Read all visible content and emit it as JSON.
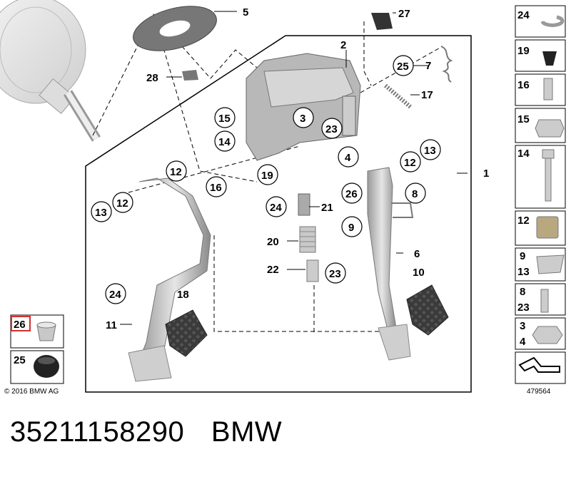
{
  "diagram": {
    "callouts": {
      "c1": "1",
      "c2": "2",
      "c3": "3",
      "c4": "4",
      "c5": "5",
      "c6": "6",
      "c7": "7",
      "c8": "8",
      "c9": "9",
      "c10": "10",
      "c11": "11",
      "c12a": "12",
      "c12b": "12",
      "c12c": "12",
      "c13a": "13",
      "c13b": "13",
      "c14": "14",
      "c15": "15",
      "c16": "16",
      "c17": "17",
      "c18": "18",
      "c19": "19",
      "c20": "20",
      "c21": "21",
      "c22": "22",
      "c23a": "23",
      "c23b": "23",
      "c24a": "24",
      "c24b": "24",
      "c25": "25",
      "c26": "26",
      "c27": "27",
      "c28": "28"
    },
    "sidebar": [
      "24",
      "19",
      "16",
      "15",
      "14",
      "12",
      "9",
      "13",
      "8",
      "23",
      "3",
      "4"
    ],
    "legend": [
      "26",
      "25"
    ],
    "copyright": "© 2016 BMW AG",
    "image_number": "479564"
  },
  "caption": {
    "part_number": "35211158290",
    "brand": "BMW"
  },
  "colors": {
    "highlight": "#d32f2f",
    "line": "#000000",
    "part_grey": "#c8c8c8"
  }
}
